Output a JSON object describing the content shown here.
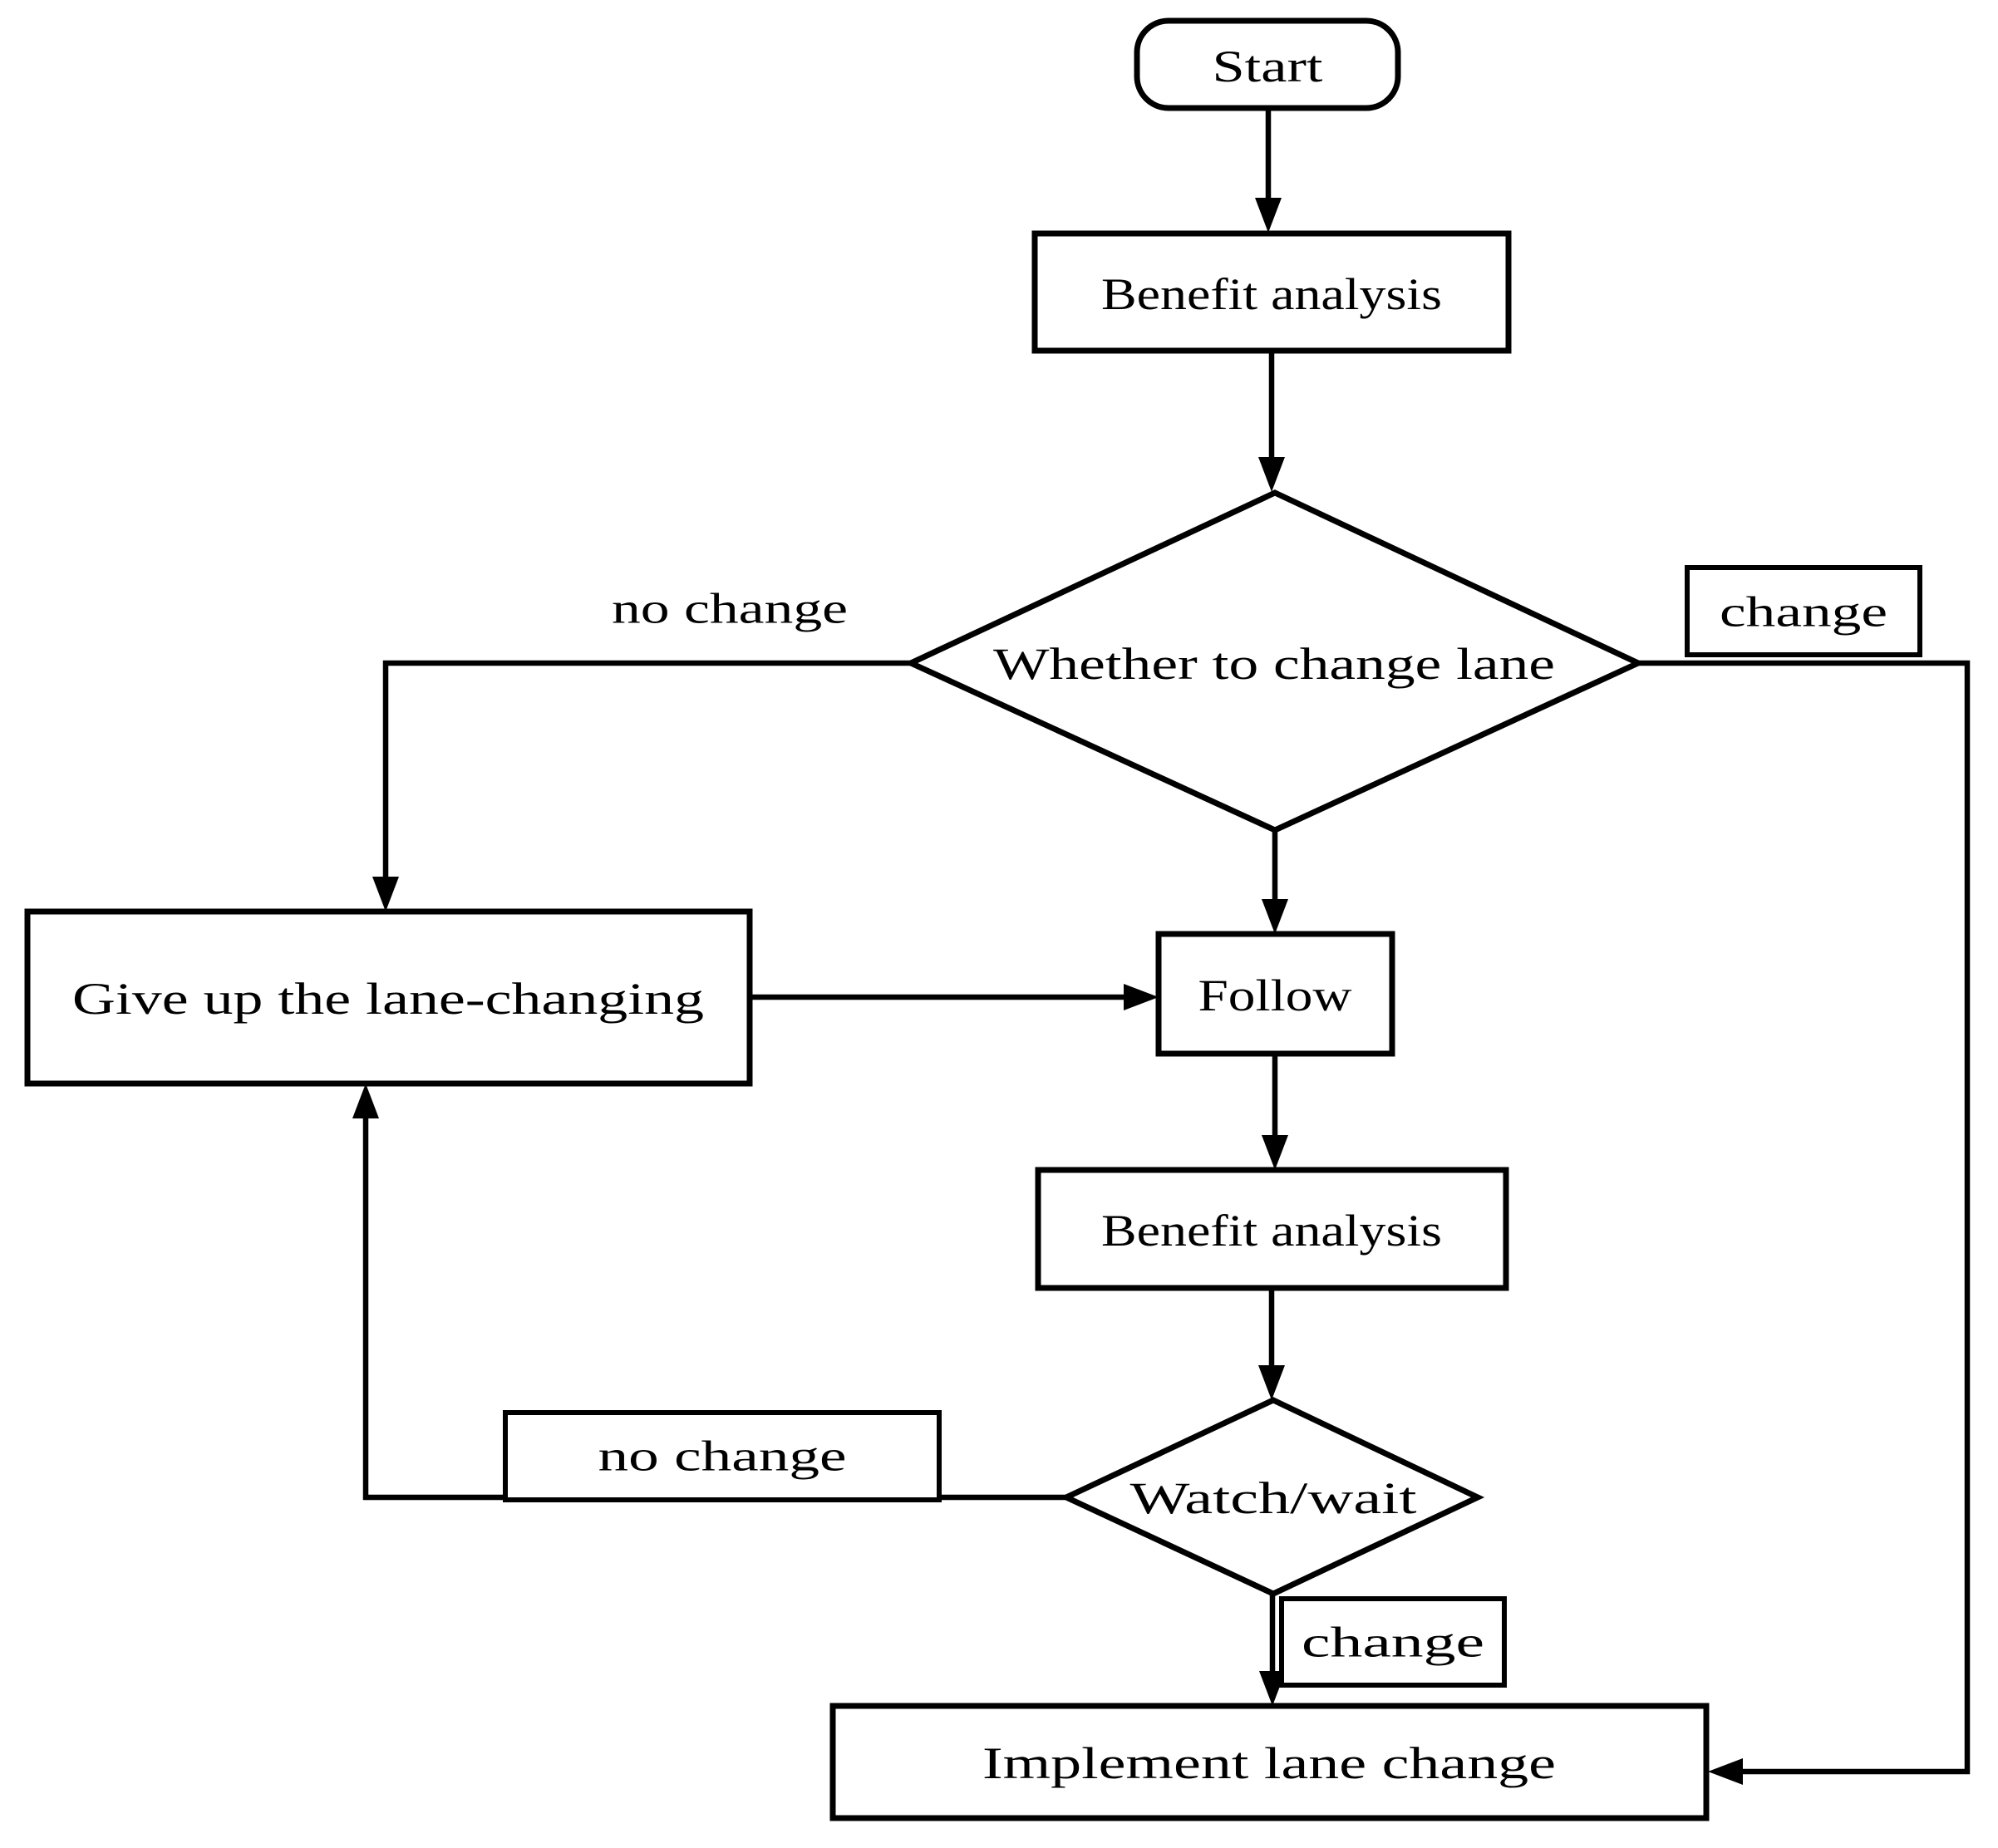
{
  "flowchart": {
    "nodes": {
      "start": {
        "label": "Start",
        "type": "terminator"
      },
      "benefit_analysis_1": {
        "label": "Benefit analysis",
        "type": "process"
      },
      "whether_to_change_lane": {
        "label": "Whether to change lane",
        "type": "decision"
      },
      "give_up": {
        "label": "Give up the lane-changing",
        "type": "process"
      },
      "follow": {
        "label": "Follow",
        "type": "process"
      },
      "benefit_analysis_2": {
        "label": "Benefit analysis",
        "type": "process"
      },
      "watch_wait": {
        "label": "Watch/wait",
        "type": "decision"
      },
      "implement": {
        "label": "Implement lane change",
        "type": "process"
      }
    },
    "edge_labels": {
      "no_change_1": {
        "label": "no change",
        "boxed": false
      },
      "change_1": {
        "label": "change",
        "boxed": true
      },
      "no_change_2": {
        "label": "no change",
        "boxed": true
      },
      "change_2": {
        "label": "change",
        "boxed": true
      }
    },
    "edges": [
      {
        "from": "start",
        "to": "benefit_analysis_1",
        "label": ""
      },
      {
        "from": "benefit_analysis_1",
        "to": "whether_to_change_lane",
        "label": ""
      },
      {
        "from": "whether_to_change_lane",
        "to": "give_up",
        "label": "no change"
      },
      {
        "from": "whether_to_change_lane",
        "to": "follow",
        "label": ""
      },
      {
        "from": "whether_to_change_lane",
        "to": "implement",
        "label": "change"
      },
      {
        "from": "give_up",
        "to": "follow",
        "label": ""
      },
      {
        "from": "follow",
        "to": "benefit_analysis_2",
        "label": ""
      },
      {
        "from": "benefit_analysis_2",
        "to": "watch_wait",
        "label": ""
      },
      {
        "from": "watch_wait",
        "to": "give_up",
        "label": "no change"
      },
      {
        "from": "watch_wait",
        "to": "implement",
        "label": "change"
      }
    ],
    "colors": {
      "stroke": "#000000",
      "fill": "#ffffff",
      "text": "#000000"
    }
  }
}
